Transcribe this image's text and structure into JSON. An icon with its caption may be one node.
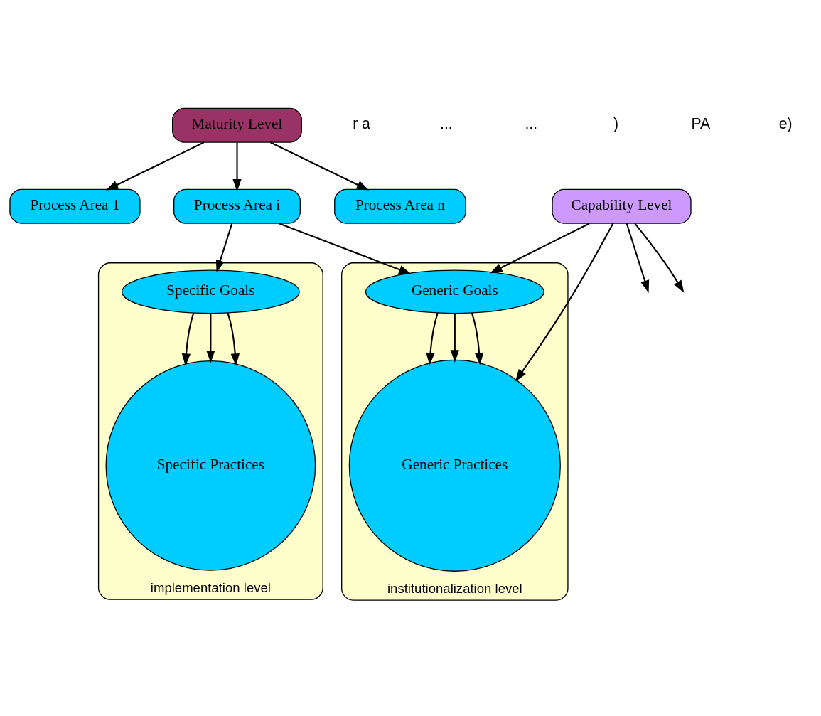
{
  "diagram": {
    "nodes": [
      {
        "text": [
          "Maturity Level"
        ]
      },
      {
        "text": [
          "Process Area 1"
        ]
      },
      {
        "text": [
          "Process Area i"
        ]
      },
      {
        "text": [
          "Process Area n"
        ]
      },
      {
        "text": [
          "implementation level"
        ]
      },
      {
        "text": [
          "Specific Goals"
        ],
        "in": 4
      },
      {
        "text": [
          "Specific Practices"
        ],
        "in": 4
      },
      {
        "text": [
          "institutionalization level"
        ]
      },
      {
        "text": [
          "Generic Goals"
        ],
        "in": 7
      },
      {
        "text": [
          "Generic Practices"
        ],
        "in": 7
      },
      {
        "text": [
          "Capability Level"
        ]
      }
    ],
    "edges": [
      {
        "from": 0,
        "to": 1,
        "arrow": "to"
      },
      {
        "from": 0,
        "to": 2,
        "arrow": "to"
      },
      {
        "from": 0,
        "to": 3,
        "arrow": "to"
      },
      {
        "from": 2,
        "to": 5,
        "arrow": "to"
      },
      {
        "from": 2,
        "to": 8,
        "arrow": "to"
      },
      {
        "from": 5,
        "to": 6,
        "arrow": "to"
      },
      {
        "from": 5,
        "to": 6,
        "arrow": "to"
      },
      {
        "from": 5,
        "to": 6,
        "arrow": "to"
      },
      {
        "from": 8,
        "to": 9,
        "arrow": "to"
      },
      {
        "from": 8,
        "to": 9,
        "arrow": "to"
      },
      {
        "from": 8,
        "to": 9,
        "arrow": "to"
      },
      {
        "from": 10,
        "to": 8,
        "arrow": "to"
      },
      {
        "from": 10,
        "to": null,
        "arrow": "to"
      },
      {
        "from": 10,
        "to": 9,
        "arrow": "to"
      },
      {
        "from": 10,
        "to": null,
        "arrow": "to"
      }
    ],
    "labels": [
      "r a",
      "...",
      "...",
      ")",
      "PA",
      "e)"
    ]
  }
}
